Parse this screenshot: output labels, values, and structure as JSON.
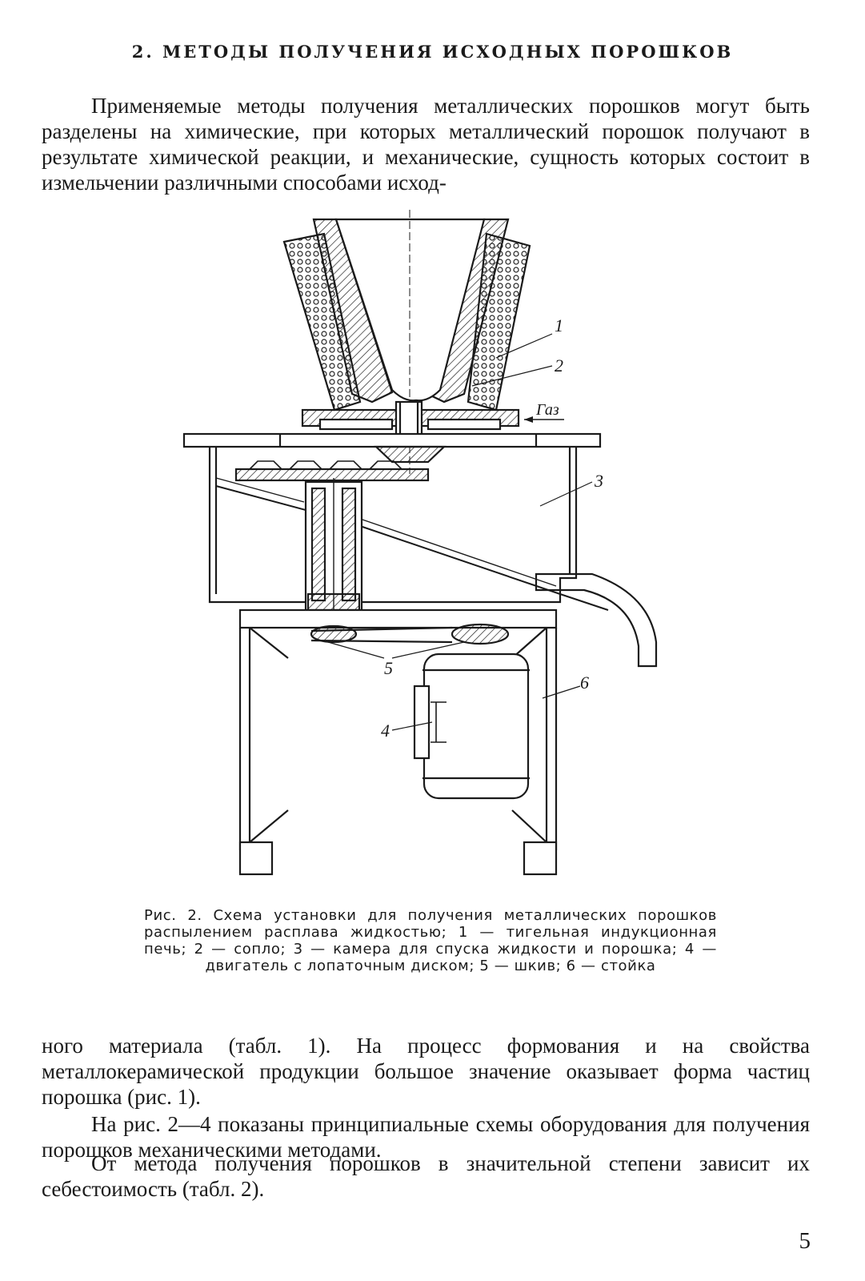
{
  "heading": "2. МЕТОДЫ ПОЛУЧЕНИЯ ИСХОДНЫХ ПОРОШКОВ",
  "paragraph_1": "Применяемые методы получения металлических порошков могут быть разделены на химические, при которых металлический порошок получают в результате химической реакции, и механические, сущность которых состоит в измельчении различными способами исход-",
  "figure": {
    "labels": {
      "l1": "1",
      "l2": "2",
      "l3": "3",
      "l4": "4",
      "l5": "5",
      "l6": "6",
      "gas": "Газ"
    },
    "caption": "Рис. 2. Схема установки для получения металлических порошков распылением расплава жидкостью; 1 — тигельная индукционная печь; 2 — сопло; 3 — камера для спуска жидкости и порошка; 4 —двигатель с лопаточным диском; 5 — шкив; 6 — стойка"
  },
  "paragraph_2": "ного материала (табл. 1). На процесс формования и на свойства металлокерамической продукции большое значение оказывает форма частиц порошка (рис. 1).",
  "paragraph_3": "На рис. 2—4 показаны принципиальные схемы оборудования для получения порошков механическими методами.",
  "paragraph_4": "От метода получения порошков в значительной степени зависит их себестоимость (табл. 2).",
  "page_number": "5"
}
